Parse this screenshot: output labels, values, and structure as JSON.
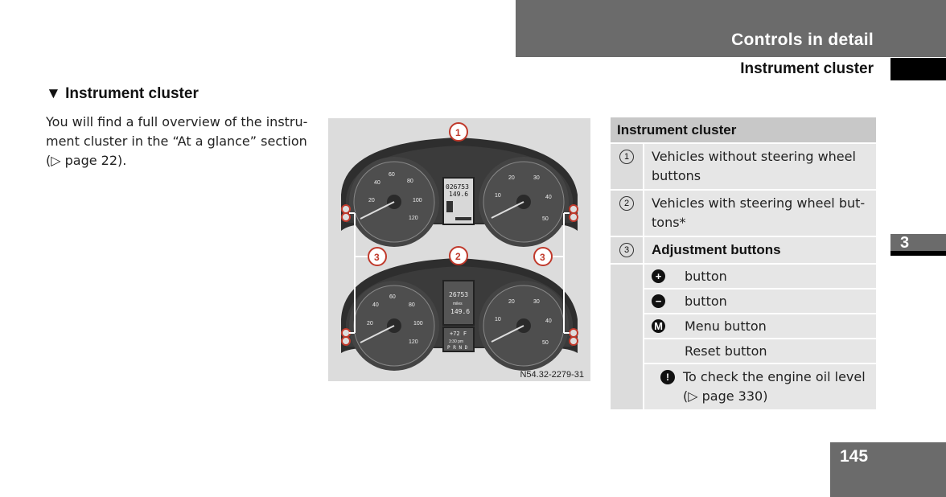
{
  "header": {
    "title": "Controls in detail",
    "subtitle": "Instrument cluster"
  },
  "chapter_tab": "3",
  "page_number": "145",
  "section": {
    "heading": "▼ Instrument cluster",
    "intro_lines": [
      "You will find a full overview of the instru-",
      "ment cluster in the “At a glance” section",
      "(▷ page 22)."
    ]
  },
  "figure": {
    "label": "N54.32-2279-31",
    "callouts": [
      "1",
      "2",
      "3",
      "3"
    ],
    "top_cluster": {
      "speedo_ticks": [
        "20",
        "40",
        "60",
        "80",
        "100",
        "120"
      ],
      "tach_ticks": [
        "10",
        "20",
        "30",
        "40",
        "50"
      ],
      "display_line1": "026753",
      "display_line2": "149.6"
    },
    "bottom_cluster": {
      "speedo_ticks": [
        "20",
        "40",
        "60",
        "80",
        "100",
        "120"
      ],
      "tach_ticks": [
        "10",
        "20",
        "30",
        "40",
        "50"
      ],
      "display_line1": "26753",
      "display_unit": "miles",
      "display_line2": "149.6",
      "display_line3": "+72 F",
      "display_line4": "3:30 pm",
      "display_line5": "P R N D"
    }
  },
  "table": {
    "heading": "Instrument cluster",
    "rows": [
      {
        "num": "1",
        "text_lines": [
          "Vehicles without steering wheel",
          "buttons"
        ]
      },
      {
        "num": "2",
        "text_lines": [
          "Vehicles with steering wheel but-",
          "tons*"
        ]
      },
      {
        "num": "3",
        "text": "Adjustment buttons"
      }
    ],
    "sub_rows": [
      {
        "icon": "+",
        "icon_name": "plus-button-icon",
        "text": "button"
      },
      {
        "icon": "−",
        "icon_name": "minus-button-icon",
        "text": "button"
      },
      {
        "icon": "M",
        "icon_name": "menu-button-icon",
        "text": "Menu button"
      },
      {
        "icon": "",
        "icon_name": "",
        "text": "Reset button"
      }
    ],
    "note": {
      "icon": "!",
      "lines": [
        "To check the engine oil level",
        "(▷ page 330)"
      ]
    }
  },
  "colors": {
    "header_gray": "#6b6b6b",
    "cluster_dark": "#3a3a3a",
    "callout_red": "#c0392b"
  }
}
